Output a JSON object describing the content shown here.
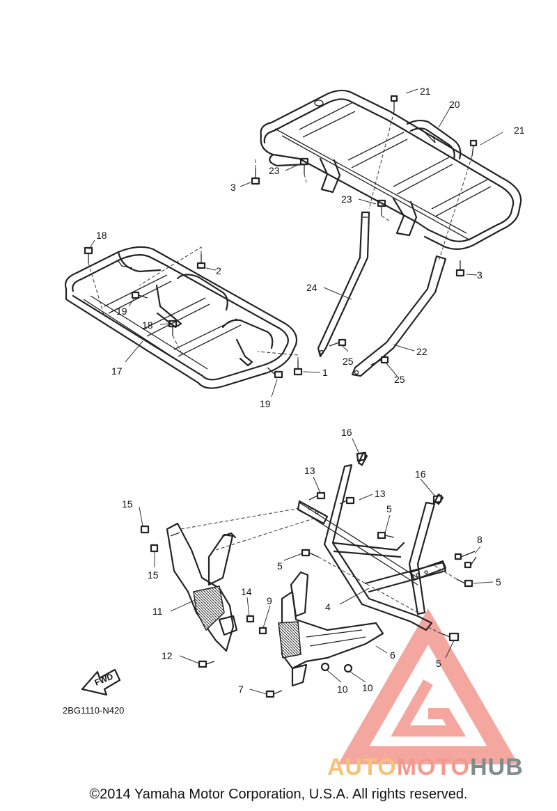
{
  "callouts": {
    "c1": "1",
    "c2": "2",
    "c3a": "3",
    "c3b": "3",
    "c4": "4",
    "c5a": "5",
    "c5b": "5",
    "c5c": "5",
    "c5d": "5",
    "c6": "6",
    "c7": "7",
    "c8": "8",
    "c9": "9",
    "c10a": "10",
    "c10b": "10",
    "c11": "11",
    "c12": "12",
    "c13a": "13",
    "c13b": "13",
    "c14": "14",
    "c15a": "15",
    "c15b": "15",
    "c16a": "16",
    "c16b": "16",
    "c17": "17",
    "c18a": "18",
    "c18b": "18",
    "c19a": "19",
    "c19b": "19",
    "c20": "20",
    "c21a": "21",
    "c21b": "21",
    "c22": "22",
    "c23a": "23",
    "c23b": "23",
    "c24": "24",
    "c25a": "25",
    "c25b": "25"
  },
  "fwd_label": "FWD",
  "diagram_code": "2BG1110-N420",
  "copyright": "©2014 Yamaha Motor Corporation, U.S.A. All rights reserved.",
  "watermark": {
    "part1": "AUTO",
    "part2": "MOTO",
    "part3": "HUB"
  },
  "colors": {
    "watermark_red": "#f08a80",
    "watermark_orange": "#f5c27a",
    "watermark_gray": "#7f8c8d"
  }
}
